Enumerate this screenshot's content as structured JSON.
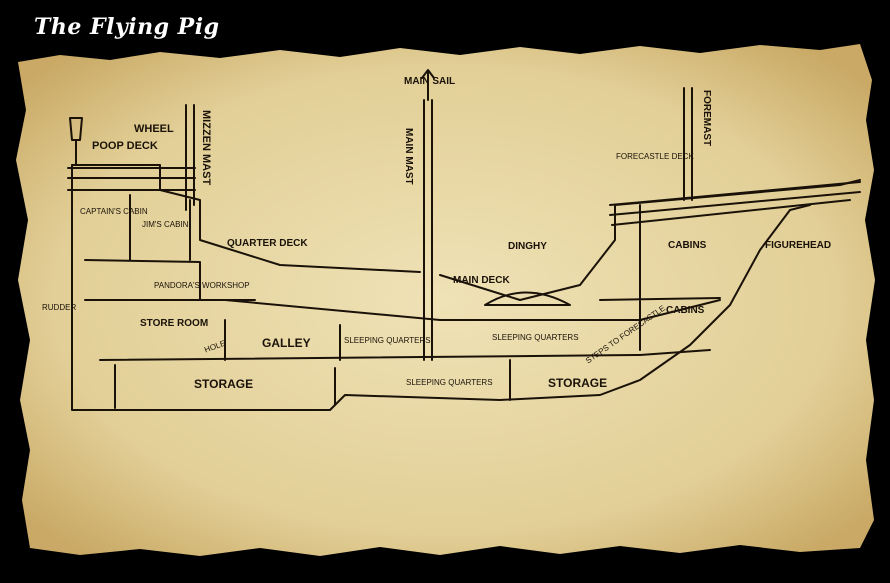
{
  "title": "The Flying Pig",
  "colors": {
    "parchment": "#e8d9a8",
    "parchment_dark": "#c9ad6b",
    "ink": "#1a1208",
    "background": "#000000"
  },
  "labels": {
    "poop_deck": "POOP DECK",
    "wheel": "WHEEL",
    "mizzen_mast": "MIZZEN MAST",
    "main_sail": "MAIN SAIL",
    "main_mast": "MAIN MAST",
    "foremast": "FOREMAST",
    "forecastle_deck": "FORECASTLE DECK",
    "captains_cabin": "CAPTAIN'S CABIN",
    "jims_cabin": "JIM'S CABIN",
    "quarter_deck": "QUARTER DECK",
    "dinghy": "DINGHY",
    "cabins_upper": "CABINS",
    "figurehead": "FIGUREHEAD",
    "pandoras_workshop": "PANDORA'S WORKSHOP",
    "main_deck": "MAIN DECK",
    "rudder": "RUDDER",
    "store_room": "STORE ROOM",
    "hole": "HOLE",
    "galley": "GALLEY",
    "sleeping_quarters_1": "SLEEPING QUARTERS",
    "sleeping_quarters_2": "SLEEPING QUARTERS",
    "steps_to_forecastle": "STEPS TO FORECASTLE",
    "cabins_lower": "CABINS",
    "storage_1": "STORAGE",
    "sleeping_quarters_3": "SLEEPING QUARTERS",
    "storage_2": "STORAGE"
  }
}
